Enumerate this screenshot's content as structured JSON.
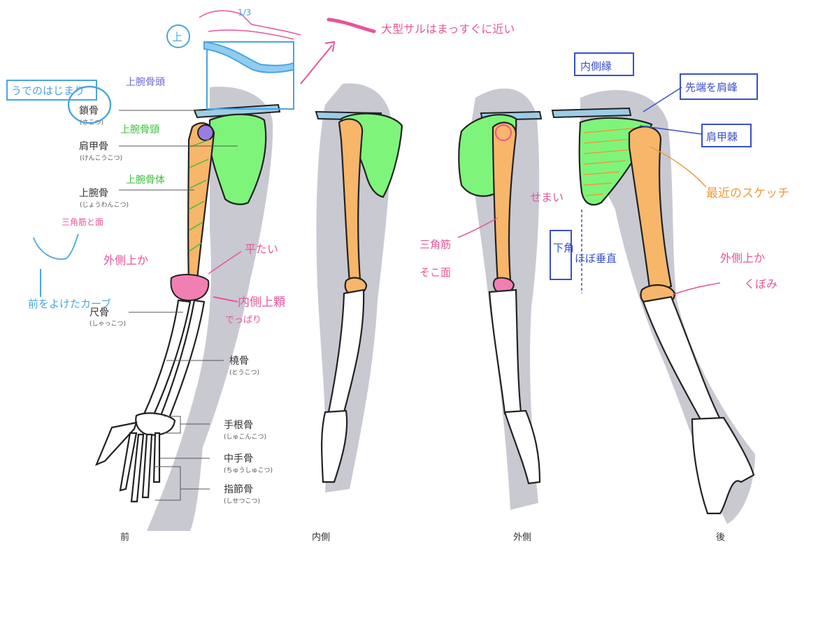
{
  "labels": {
    "clavicle": "鎖骨",
    "clavicle_kana": "(さこつ)",
    "scapula": "肩甲骨",
    "scapula_kana": "(けんこうこつ)",
    "humerus": "上腕骨",
    "humerus_kana": "(じょうわんこつ)",
    "ulna": "尺骨",
    "ulna_kana": "(しゃっこつ)",
    "radius": "橈骨",
    "radius_kana": "(とうこつ)",
    "carpals": "手根骨",
    "carpals_kana": "(しゅこんこつ)",
    "metacarpals": "中手骨",
    "metacarpals_kana": "(ちゅうしゅこつ)",
    "phalanges": "指節骨",
    "phalanges_kana": "(しせつこつ)"
  },
  "views": {
    "front": "前",
    "inner": "内側",
    "outer": "外側",
    "back": "後"
  },
  "notes": {
    "arm_start": "うでのはじまり",
    "top": "上",
    "third": "1/3",
    "ape_note": "大型サルはまっすぐに近い",
    "humeral_head": "上腕骨頭",
    "humeral_neck": "上腕骨頸",
    "humeral_body": "上腕骨体",
    "deltoid_front": "三角筋と面",
    "lateral_epicondyle_front": "外側上か",
    "flat": "平たい",
    "medial_epicondyle": "内側上顆",
    "protrude": "でっぱり",
    "avoid_chest": "前をよけたカーブ",
    "narrow": "せまい",
    "deltoid_outer": "三角筋",
    "deltoid_outer_2": "そこ面",
    "medial_border": "内側縁",
    "acromion": "先端を肩峰",
    "spine_of_scapula": "肩甲棘",
    "recent_sketch": "最近のスケッチ",
    "inferior_angle": "下角",
    "almost_vertical": "ほぼ垂直",
    "lateral_epicondyle_back": "外側上か",
    "hollow": "くぼみ"
  },
  "colors": {
    "scapula": "#7ef57a",
    "humerus": "#f7b66a",
    "clavicle": "#9ccde6",
    "note_pink": "#e8559a",
    "note_green": "#3bbf3b",
    "note_blue": "#4aa5e0",
    "note_navy": "#3a50c8",
    "note_orange": "#f09a3c",
    "shadow": "#c9c9d2"
  }
}
